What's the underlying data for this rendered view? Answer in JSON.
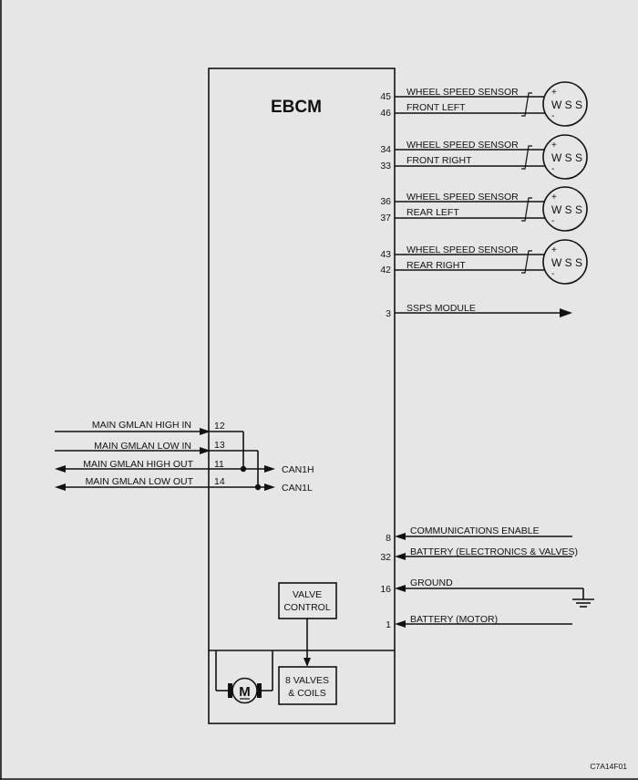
{
  "module": {
    "title": "EBCM"
  },
  "wheel_sensors": [
    {
      "pins": [
        "45",
        "46"
      ],
      "lines": [
        "WHEEL SPEED SENSOR",
        "FRONT LEFT"
      ],
      "symbol": "W S S"
    },
    {
      "pins": [
        "34",
        "33"
      ],
      "lines": [
        "WHEEL SPEED SENSOR",
        "FRONT RIGHT"
      ],
      "symbol": "W S S"
    },
    {
      "pins": [
        "36",
        "37"
      ],
      "lines": [
        "WHEEL SPEED SENSOR",
        "REAR LEFT"
      ],
      "symbol": "W S S"
    },
    {
      "pins": [
        "43",
        "42"
      ],
      "lines": [
        "WHEEL SPEED SENSOR",
        "REAR RIGHT"
      ],
      "symbol": "W S S"
    }
  ],
  "sensor_polarity": {
    "plus": "+",
    "minus": "-"
  },
  "ssps": {
    "pin": "3",
    "label": "SSPS MODULE"
  },
  "gmlan": [
    {
      "pin": "12",
      "label": "MAIN GMLAN HIGH IN"
    },
    {
      "pin": "13",
      "label": "MAIN GMLAN LOW IN"
    },
    {
      "pin": "11",
      "label": "MAIN GMLAN HIGH OUT"
    },
    {
      "pin": "14",
      "label": "MAIN GMLAN LOW OUT"
    }
  ],
  "can": {
    "high": "CAN1H",
    "low": "CAN1L"
  },
  "right_inputs": [
    {
      "pin": "8",
      "label": "COMMUNICATIONS ENABLE"
    },
    {
      "pin": "32",
      "label": "BATTERY (ELECTRONICS & VALVES)"
    },
    {
      "pin": "16",
      "label": "GROUND"
    },
    {
      "pin": "1",
      "label": "BATTERY (MOTOR)"
    }
  ],
  "valve_control": {
    "line1": "VALVE",
    "line2": "CONTROL"
  },
  "valves": {
    "line1": "8 VALVES",
    "line2": "& COILS"
  },
  "motor": {
    "symbol": "M"
  },
  "figure_code": "C7A14F01"
}
